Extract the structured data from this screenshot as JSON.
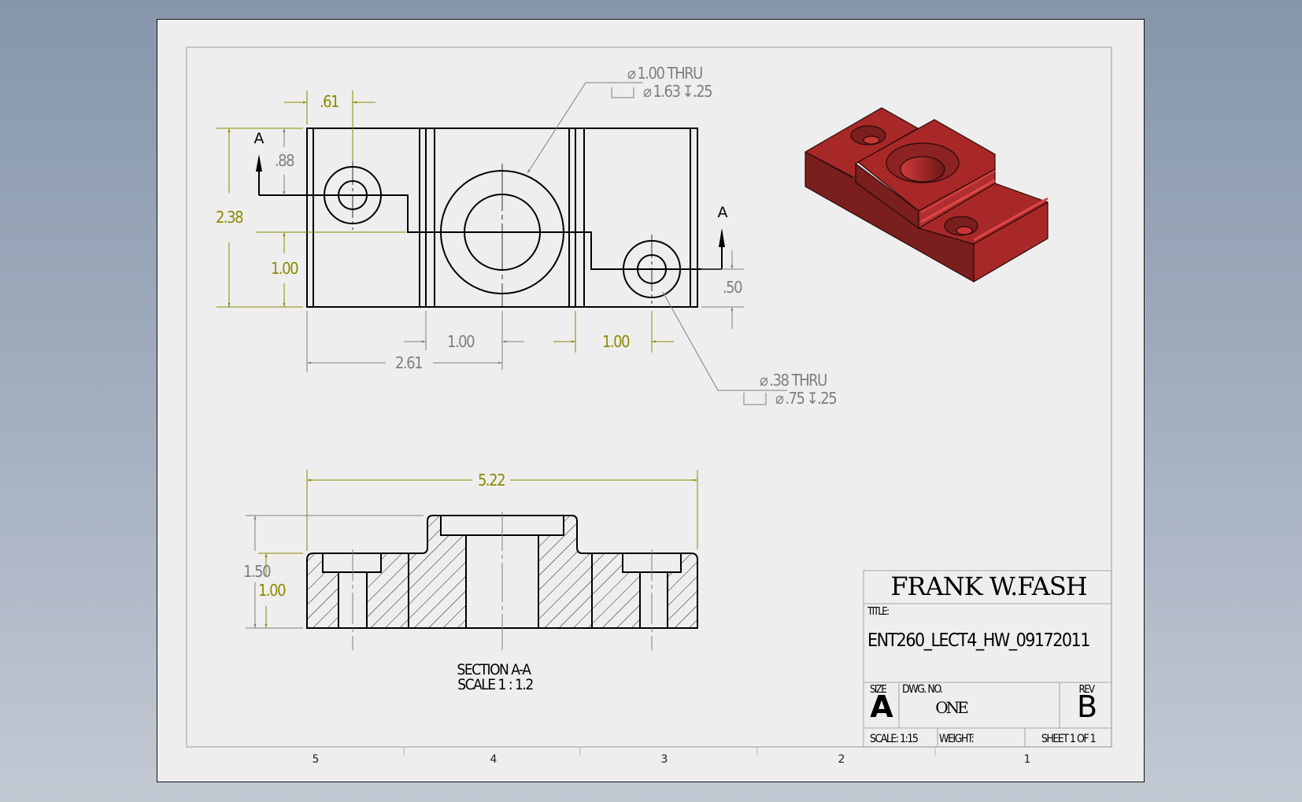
{
  "app": {
    "type": "CAD engineering drawing sheet"
  },
  "sheet": {
    "zone_labels": [
      "5",
      "4",
      "3",
      "2",
      "1"
    ],
    "background_color": "#eeeeee",
    "viewport_color": "#8796ab"
  },
  "colors": {
    "driving_dimension": "#8a8a00",
    "reference_dimension": "#7f7f7f",
    "geometry": "#000000",
    "part_red": "#a82828",
    "part_dark": "#7a1e1e",
    "part_light": "#c83434"
  },
  "front_view": {
    "section_label_left": "A",
    "section_label_right": "A",
    "dimensions": {
      "hole_offset_x": ".61",
      "hole_offset_y": ".88",
      "overall_height": "2.38",
      "step_height": "1.00",
      "right_hole_y": ".50",
      "center_slot_left": "1.00",
      "right_slot": "1.00",
      "center_hole_x": "2.61"
    },
    "callouts": {
      "center_hole": {
        "line1_symbol": "⌀",
        "line1": "1.00 THRU",
        "line2_symbol": "⌀",
        "line2": "1.63",
        "line2_depth_symbol": "↧",
        "line2_depth": ".25"
      },
      "small_hole": {
        "line1_symbol": "⌀",
        "line1": ".38 THRU",
        "line2_symbol": "⌀",
        "line2": ".75",
        "line2_depth_symbol": "↧",
        "line2_depth": ".25"
      }
    }
  },
  "section_view": {
    "dimensions": {
      "overall_length": "5.22",
      "overall_height": "1.50",
      "base_height": "1.00"
    },
    "label_line1": "SECTION A-A",
    "label_line2": "SCALE 1 : 1.2"
  },
  "isometric_view": {
    "description": "shaded red isometric model"
  },
  "title_block": {
    "name": "FRANK W.FASH",
    "title_label": "TITLE:",
    "title": "ENT260_LECT4_HW_09172011",
    "size_label": "SIZE",
    "size": "A",
    "dwg_no_label": "DWG.  NO.",
    "dwg_no": "ONE",
    "rev_label": "REV",
    "rev": "B",
    "scale": "SCALE: 1:15",
    "weight": "WEIGHT:",
    "sheet": "SHEET 1 OF 1"
  }
}
